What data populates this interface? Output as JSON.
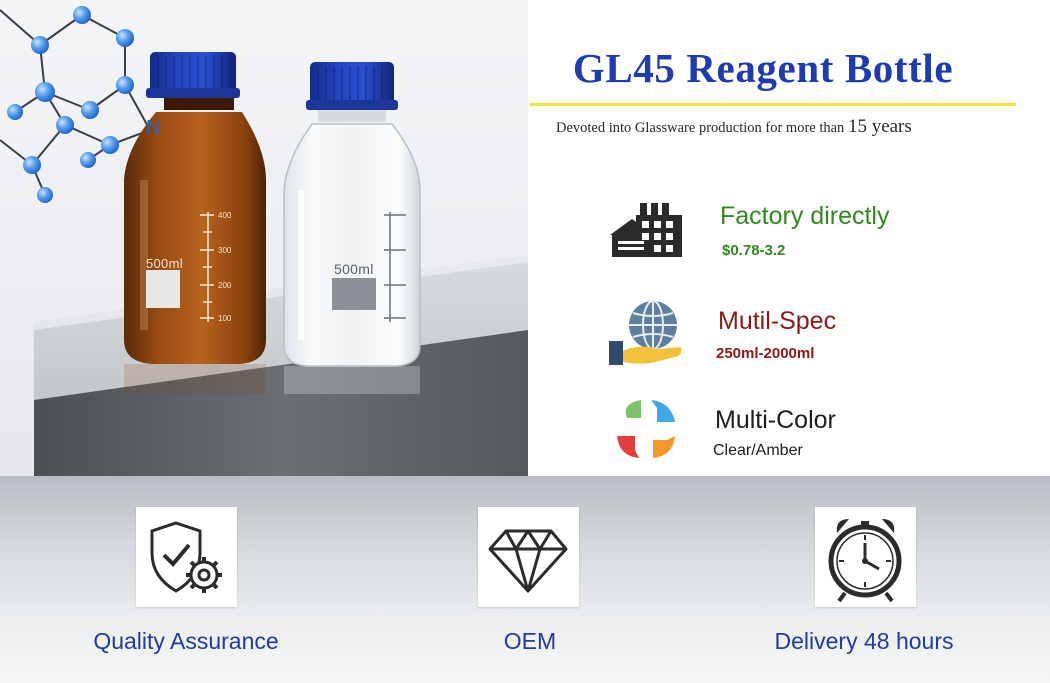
{
  "header": {
    "title": "GL45 Reagent Bottle",
    "subtitle_text": "Devoted into Glassware production for more than",
    "subtitle_number": "15 years",
    "rule_color": "#f3e23a"
  },
  "photo": {
    "amber_bottle_label": "500ml",
    "clear_bottle_label": "500ml",
    "molecule_label": "N",
    "cap_color": "#1f3fb4"
  },
  "features": [
    {
      "icon": "factory-icon",
      "title": "Factory directly",
      "detail": "$0.78-3.2",
      "color": "#2f8a1f"
    },
    {
      "icon": "globe-hand-icon",
      "title": "Mutil-Spec",
      "detail": "250ml-2000ml",
      "color": "#8e1a14"
    },
    {
      "icon": "color-cross-icon",
      "title": "Multi-Color",
      "detail": "Clear/Amber",
      "color": "#1d1d1d"
    }
  ],
  "badges": [
    {
      "icon": "shield-check-gear-icon",
      "label": "Quality Assurance"
    },
    {
      "icon": "diamond-icon",
      "label": "OEM"
    },
    {
      "icon": "alarm-clock-icon",
      "label": "Delivery 48 hours"
    }
  ],
  "colors": {
    "accent_blue": "#1f3aa9",
    "title_blue": "#1e3cb0"
  }
}
